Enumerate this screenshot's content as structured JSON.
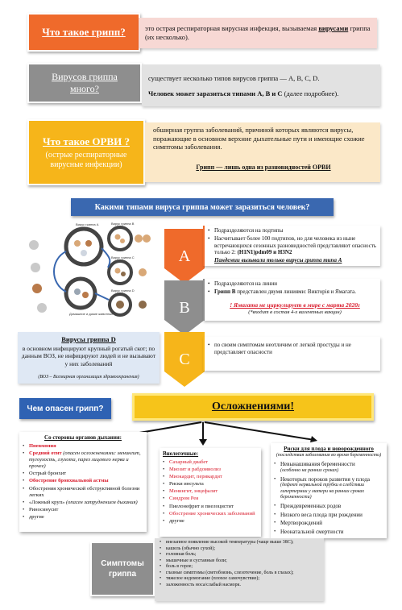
{
  "q1": {
    "title": "Что такое грипп?",
    "text_a": "это острая респираторная вирусная инфекция, вызываемая ",
    "text_b": "вирусами",
    "text_c": " гриппа (их несколько)."
  },
  "q2": {
    "title": "Вирусов гриппа много?",
    "line1": "существует несколько типов вирусов гриппа — A, B, C, D.",
    "line2_b": "Человек может заразиться типами А, В и С",
    "line2_r": " (далее подробнее)."
  },
  "q3": {
    "title": "Что такое ОРВИ ?",
    "subtitle": "(острые респираторные вирусные инфекции)",
    "text": "обширная группа заболеваний, причиной которых являются вирусы, поражающие в основном верхние дыхательные пути и имеющие схожие симптомы заболевания.",
    "footer": "Грипп — лишь одна из разновидностей ОРВИ"
  },
  "banner": {
    "title": "Какими типами вируса гриппа может заразиться человек?"
  },
  "diagram": {
    "labels": [
      "Вирус гриппа А",
      "Вирус гриппа В",
      "Вирус гриппа С",
      "Вирус гриппа D",
      "Домашние и дикие животные"
    ]
  },
  "types": {
    "a": {
      "letter": "A",
      "b1": "Подразделяются на подтипы",
      "b2": "Насчитывает более 100 подтипов, но для человека из ныне встречающихся сезонных разновидностей представляют опасность только 2: ",
      "b2_bold": "(H1N1)pdm09 и H3N2",
      "b3": "Пандемии вызывали только вирусы гриппа типа А"
    },
    "b": {
      "letter": "B",
      "b1": "Подразделяются на линии",
      "b2_bold": "Грипп В",
      "b2": " представлен двумя линиями: Викторія и Ямагата.",
      "b3": "! Ямагата не циркулирует в мире с марта 2020г",
      "b4": "(*входит в состав 4-х валентных вакцин)"
    },
    "c": {
      "letter": "C",
      "b1": "по своим симптомам неотличим от легкой простуды и не представляет опасности"
    }
  },
  "virus_d": {
    "title": "Вирусы гриппа D",
    "text": "в основном инфицируют крупный рогатый скот; по данным ВОЗ, не инфицируют людей и не вызывают у них заболеваний",
    "note": "(ВОЗ – Всемирная организация здравоохранения)"
  },
  "danger": {
    "label": "Чем опасен грипп?",
    "complications": "Осложнениями!"
  },
  "resp": {
    "title": "Со стороны органов дыхания:",
    "items": [
      {
        "text": "Пневмония",
        "red": true
      },
      {
        "text": "Средний отит",
        "red": true,
        "extra": " (опасен осложнениями: менингит, тугоухость, глухота, парез лицевого нерва и прочее)"
      },
      {
        "text": "Острый бронхит",
        "red": false
      },
      {
        "text": "Обострение бронхиальной астмы",
        "red": true
      },
      {
        "text": "Обострения хронической обструктивной болезни легких",
        "red": false
      },
      {
        "text": "«Ложный круп»",
        "red": false,
        "extra": " (опасен затруднением дыхания)"
      },
      {
        "text": "Риносинусит",
        "red": false
      },
      {
        "text": "другие",
        "red": false
      }
    ]
  },
  "other": {
    "title": "Внелегочные:",
    "items": [
      {
        "text": "Сахарный диабет",
        "red": true
      },
      {
        "text": "Миозит и рабдомиолиз",
        "red": true
      },
      {
        "text": "Миокардит, перикардит",
        "red": true
      },
      {
        "text": "Риски инсульта",
        "red": false
      },
      {
        "text": "Менингит, энцефалит",
        "red": true
      },
      {
        "text": "Синдром Рея",
        "red": true
      },
      {
        "text": "Пиелонефрит и пиелоцистит",
        "red": false
      },
      {
        "text": "Обострение хронических заболеваний",
        "red": true
      },
      {
        "text": "другие",
        "red": false
      }
    ]
  },
  "fetal": {
    "title": "Риски для плода и новорожденного",
    "subtitle": "(последствия заболевания во время беременности)",
    "items": [
      {
        "text": "Невынашивания беременности",
        "extra": "(особенно на ранних сроках)"
      },
      {
        "text": "Некоторых пороков развития у плода",
        "extra": "(дефект нервальной трубки в следствии гипертермии у матери на ранних сроках беременности)"
      },
      {
        "text": "Преждевременных родов",
        "extra": ""
      },
      {
        "text": "Низкого веса плода при рождении",
        "extra": ""
      },
      {
        "text": "Мертворождений",
        "extra": ""
      },
      {
        "text": "Неонатальной смертности",
        "extra": ""
      }
    ]
  },
  "symptoms": {
    "title": "Симптомы гриппа",
    "items": [
      "внезапное появление высокой температуры (чаще выше 38С);",
      "кашель (обычно сухой);",
      "головная боль;",
      "мышечные и суставные боли;",
      "боль в горле;",
      "глазные симптомы (светобоязнь, слезотечение, боль в глазах);",
      "тяжелое недомогание (плохое самочувствие);",
      "заложенность носа/слабый насморк."
    ]
  }
}
